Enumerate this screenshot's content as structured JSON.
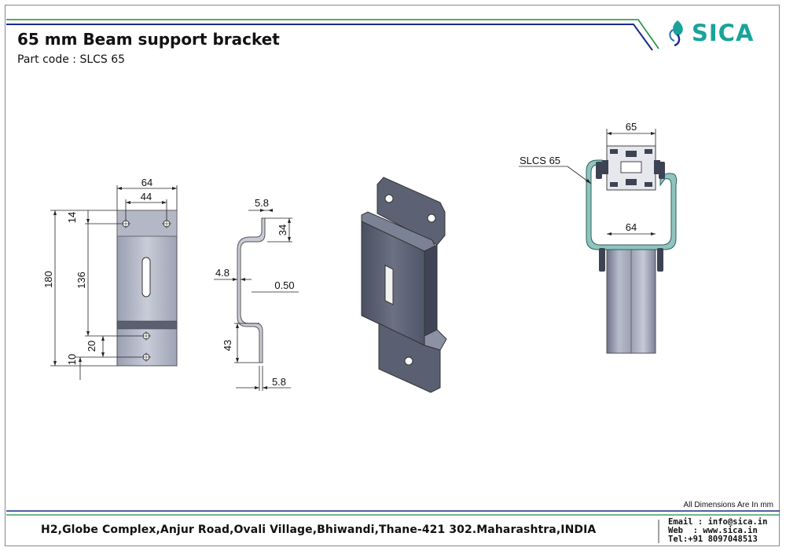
{
  "header": {
    "title": "65 mm Beam support bracket",
    "part_code": "Part code  :  SLCS 65",
    "brand": "SICA"
  },
  "drawing": {
    "front": {
      "width_total": "64",
      "width_holes": "44",
      "height_total": "180",
      "hole_to_top": "14",
      "slot_to_holes": "136",
      "bottom_hole_gap": "20",
      "bottom_offset": "10"
    },
    "side": {
      "top_flange": "5.8",
      "top_height": "34",
      "offset": "4.8",
      "thickness": "0.50",
      "bottom_height": "43",
      "bottom_flange": "5.8"
    },
    "assembly": {
      "beam_width": "65",
      "bracket_width": "64",
      "callout": "SLCS 65"
    }
  },
  "footer": {
    "note": "All Dimensions Are In mm",
    "address": "H2,Globe Complex,Anjur Road,Ovali Village,Bhiwandi,Thane-421 302.Maharashtra,INDIA",
    "email": "Email : info@sica.in",
    "web": "Web  : www.sica.in",
    "tel": "Tel:+91 8097048513"
  },
  "colors": {
    "brand": "#1aa39a",
    "header_line_blue": "#1b2a8a",
    "header_line_green": "#1e8f3e",
    "metal": "#8a8fa0",
    "bracket_teal": "#8fc4bf"
  }
}
